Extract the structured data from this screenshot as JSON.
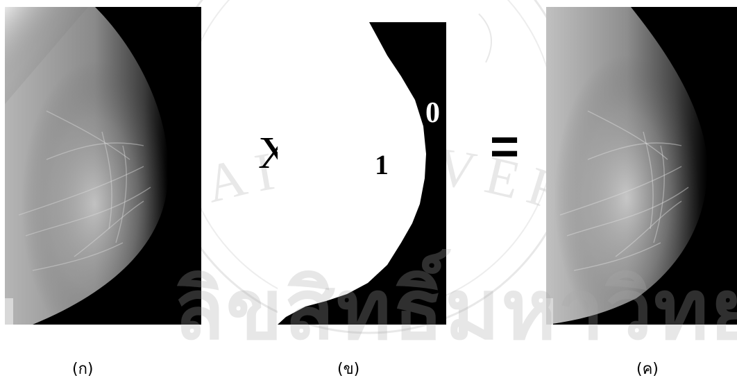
{
  "operators": {
    "multiply": "X",
    "equals": "="
  },
  "mask_labels": {
    "one": "1",
    "zero": "0"
  },
  "captions": {
    "a": "(ก)",
    "b": "(ข)",
    "c": "(ค)"
  },
  "watermark": {
    "arc_text": "MAI UNIVERSI",
    "thai_text": "ลิขสิทธิ์มหาวิทยาลัยเชียงใหม่"
  },
  "colors": {
    "background": "#ffffff",
    "mask_foreground": "#000000",
    "watermark": "#c8c8c8"
  }
}
